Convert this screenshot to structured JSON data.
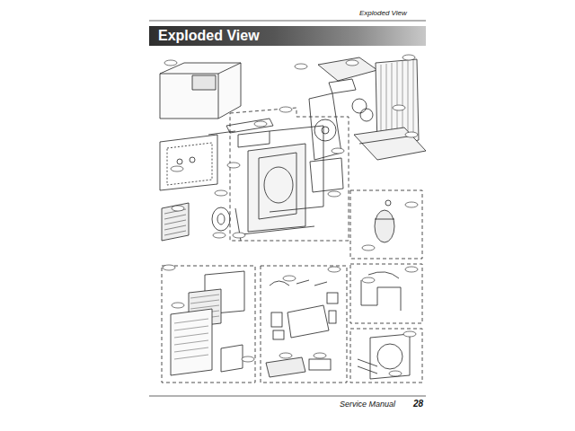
{
  "diagram": {
    "title": "Exploded View",
    "labels": [
      "Exploded View",
      "Service Manual",
      "28"
    ]
  }
}
